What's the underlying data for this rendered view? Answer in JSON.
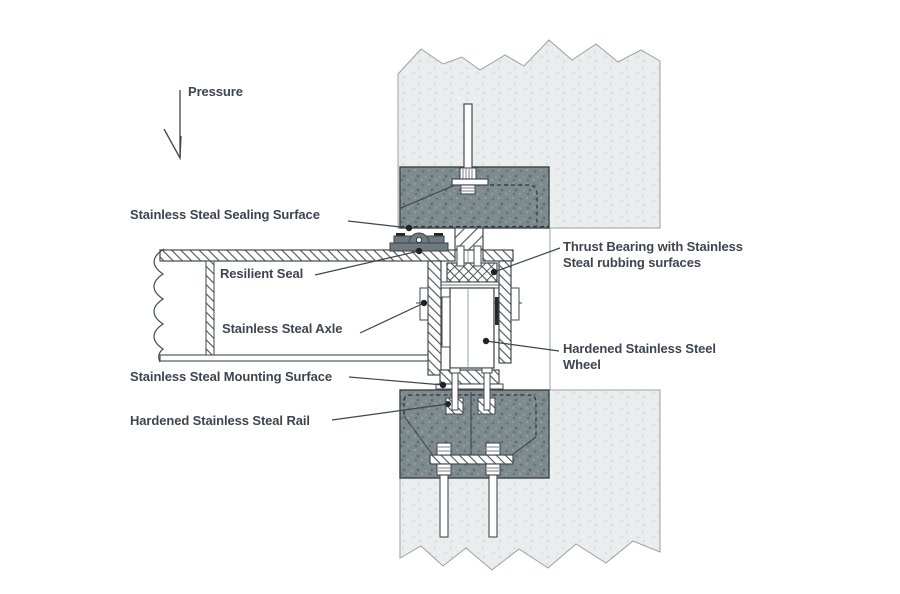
{
  "diagram": {
    "title_hint": "Wheel gate rail and seal detail",
    "labels": {
      "pressure": "Pressure",
      "sealing_surface": "Stainless Steal Sealing Surface",
      "resilient_seal": "Resilient Seal",
      "axle": "Stainless Steal Axle",
      "mounting_surface": "Stainless Steal Mounting Surface",
      "rail": "Hardened Stainless Steal Rail",
      "thrust_bearing_line1": "Thrust Bearing with Stainless",
      "thrust_bearing_line2": "Steal rubbing surfaces",
      "wheel_line1": "Hardened Stainless Steel",
      "wheel_line2": "Wheel"
    },
    "colors": {
      "text": "#3e4550",
      "line": "#434a4f",
      "concrete_light": "#eaedee",
      "concrete_dark_embed": "#7d8a8e",
      "seal_bracket": "#6e7a80",
      "bolt_black": "#22262a"
    }
  }
}
